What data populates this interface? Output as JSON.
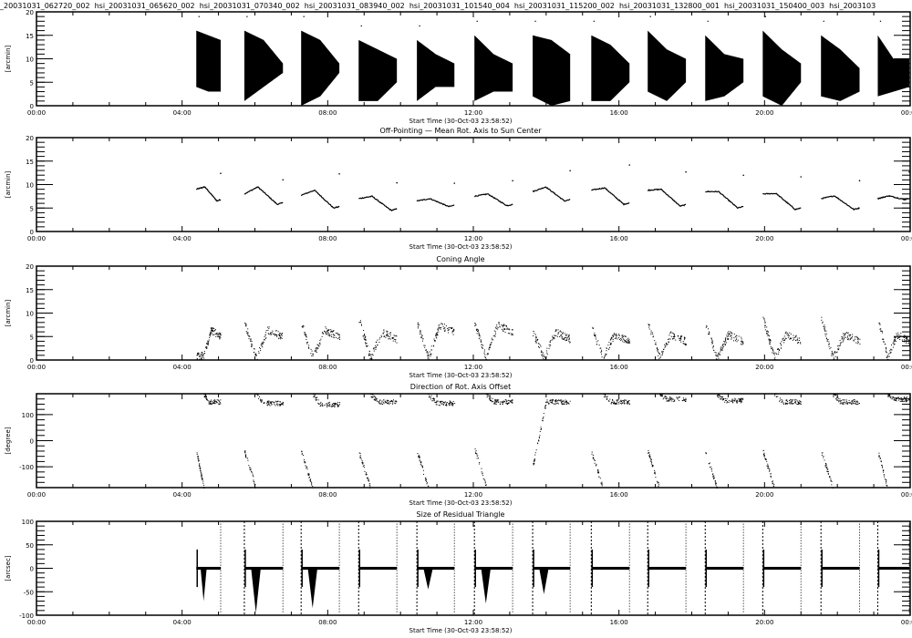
{
  "header": {
    "file_list": "_20031031_062720_002  hsi_20031031_065620_002  hsi_20031031_070340_002  hsi_20031031_083940_002  hsi_20031031_101540_004  hsi_20031031_115200_002  hsi_20031031_132800_001  hsi_20031031_150400_003  hsi_2003103"
  },
  "chart_data": {
    "type": "multi-panel time series",
    "xlabel": "Start Time (30-Oct-03 23:58:52)",
    "xlim_hours": [
      0,
      24
    ],
    "x_tick_labels": [
      "00:00",
      "04:00",
      "08:00",
      "12:00",
      "16:00",
      "20:00",
      "00:00"
    ],
    "segments_hours": [
      [
        4.39,
        5.06
      ],
      [
        5.71,
        6.77
      ],
      [
        7.27,
        8.32
      ],
      [
        8.85,
        9.9
      ],
      [
        10.45,
        11.48
      ],
      [
        12.03,
        13.08
      ],
      [
        13.63,
        14.66
      ],
      [
        15.24,
        16.29
      ],
      [
        16.79,
        17.84
      ],
      [
        18.37,
        19.42
      ],
      [
        19.95,
        21.0
      ],
      [
        21.55,
        22.61
      ],
      [
        23.11,
        24.0
      ]
    ],
    "panels": [
      {
        "title": "",
        "ylabel": "[arcmin]",
        "ylim": [
          0,
          20
        ],
        "y_tick_labels": [
          "0",
          "5",
          "10",
          "15",
          "20"
        ],
        "style": "filled-band",
        "upper_start_mid_end": [
          [
            16,
            15,
            14
          ],
          [
            16,
            14,
            9
          ],
          [
            16,
            14,
            9
          ],
          [
            14,
            12,
            10
          ],
          [
            14,
            11,
            9
          ],
          [
            15,
            11,
            9
          ],
          [
            15,
            14,
            11
          ],
          [
            15,
            13,
            9
          ],
          [
            16,
            12,
            10
          ],
          [
            15,
            11,
            10
          ],
          [
            16,
            12,
            9
          ],
          [
            15,
            12,
            8
          ],
          [
            15,
            10,
            10
          ]
        ],
        "lower_start_mid_end": [
          [
            4,
            3,
            3
          ],
          [
            1,
            4,
            7
          ],
          [
            0,
            2,
            7
          ],
          [
            1,
            1,
            5
          ],
          [
            1,
            4,
            4
          ],
          [
            1,
            3,
            3
          ],
          [
            2,
            0,
            1
          ],
          [
            1,
            1,
            5
          ],
          [
            3,
            1,
            5
          ],
          [
            1,
            2,
            5
          ],
          [
            2,
            0,
            5
          ],
          [
            2,
            1,
            3
          ],
          [
            2,
            3,
            4
          ]
        ]
      },
      {
        "title": "Off-Pointing  —  Mean Rot. Axis to Sun Center",
        "ylabel": "[arcmin]",
        "ylim": [
          0,
          20
        ],
        "y_tick_labels": [
          "0",
          "5",
          "10",
          "15",
          "20"
        ],
        "style": "line",
        "start_peak_end": [
          [
            9,
            9.5,
            6.5
          ],
          [
            8,
            9.5,
            5.8
          ],
          [
            7.7,
            8.8,
            5
          ],
          [
            7,
            7.5,
            4.5
          ],
          [
            6.5,
            7,
            5.3
          ],
          [
            7.5,
            8,
            5.5
          ],
          [
            8.5,
            9.5,
            6.5
          ],
          [
            8.8,
            9.3,
            5.8
          ],
          [
            8.8,
            9,
            5.4
          ],
          [
            8.5,
            8.5,
            5
          ],
          [
            8,
            8.1,
            4.7
          ],
          [
            7,
            7.6,
            4.7
          ],
          [
            7,
            7.6,
            6.8
          ]
        ]
      },
      {
        "title": "Coning Angle",
        "ylabel": "[arcmin]",
        "ylim": [
          0,
          20
        ],
        "y_tick_labels": [
          "0",
          "5",
          "10",
          "15",
          "20"
        ],
        "style": "scatter",
        "start_min_end": [
          [
            1,
            1,
            5
          ],
          [
            8,
            0.5,
            5
          ],
          [
            8,
            0.5,
            5
          ],
          [
            9,
            0.5,
            4.5
          ],
          [
            8,
            0.5,
            6
          ],
          [
            8,
            0.5,
            6
          ],
          [
            6,
            0.5,
            4.5
          ],
          [
            7,
            0.5,
            4
          ],
          [
            8,
            0.5,
            4
          ],
          [
            8,
            0.5,
            4
          ],
          [
            9,
            0.5,
            4
          ],
          [
            9,
            0.5,
            4
          ],
          [
            9,
            0.5,
            4
          ]
        ]
      },
      {
        "title": "Direction of Rot. Axis Offset",
        "ylabel": "[degree]",
        "ylim": [
          -180,
          180
        ],
        "y_tick_labels": [
          "-100",
          "0",
          "100"
        ],
        "style": "scatter-wrapped",
        "start_settle_deg": [
          [
            -40,
            150
          ],
          [
            -40,
            145
          ],
          [
            -40,
            140
          ],
          [
            -40,
            150
          ],
          [
            -40,
            145
          ],
          [
            -30,
            150
          ],
          [
            -100,
            150
          ],
          [
            -40,
            150
          ],
          [
            -40,
            160
          ],
          [
            -40,
            155
          ],
          [
            -40,
            150
          ],
          [
            -40,
            150
          ],
          [
            -40,
            160
          ]
        ]
      },
      {
        "title": "Size of Residual Triangle",
        "ylabel": "[arcsec]",
        "ylim": [
          -100,
          100
        ],
        "y_tick_labels": [
          "-100",
          "-50",
          "0",
          "50",
          "100"
        ],
        "style": "band-with-spikes",
        "min_dip": [
          -70,
          -95,
          -85,
          0,
          -45,
          -75,
          -55,
          0,
          0,
          0,
          0,
          0,
          0
        ]
      }
    ]
  }
}
